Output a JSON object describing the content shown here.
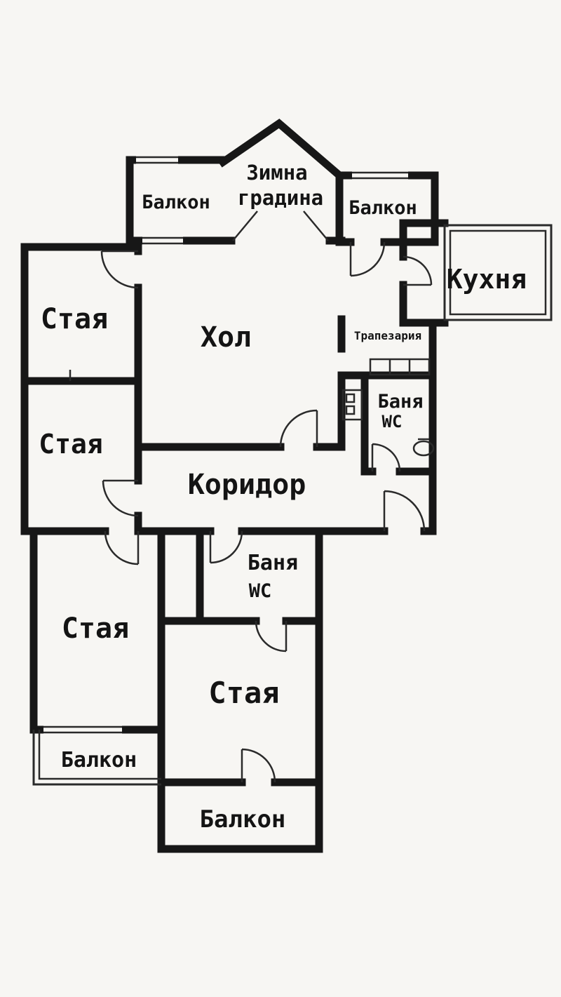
{
  "plan": {
    "background": "#f7f6f3",
    "wall_color": "#171717",
    "labels": {
      "winter_garden": [
        "Зимна",
        "градина"
      ],
      "balcony_top_left": "Балкон",
      "balcony_top_right": "Балкон",
      "kitchen": "Кухня",
      "dining": "Трапезария",
      "living_room": "Хол",
      "room_top_left": "Стая",
      "room_mid_left": "Стая",
      "bath_right": [
        "Баня",
        "WC"
      ],
      "corridor": "Коридор",
      "room_bottom_left": "Стая",
      "bath_center": [
        "Баня",
        "WC"
      ],
      "room_bottom_center": "Стая",
      "balcony_bottom_left": "Балкон",
      "balcony_bottom_center": "Балкон"
    }
  }
}
